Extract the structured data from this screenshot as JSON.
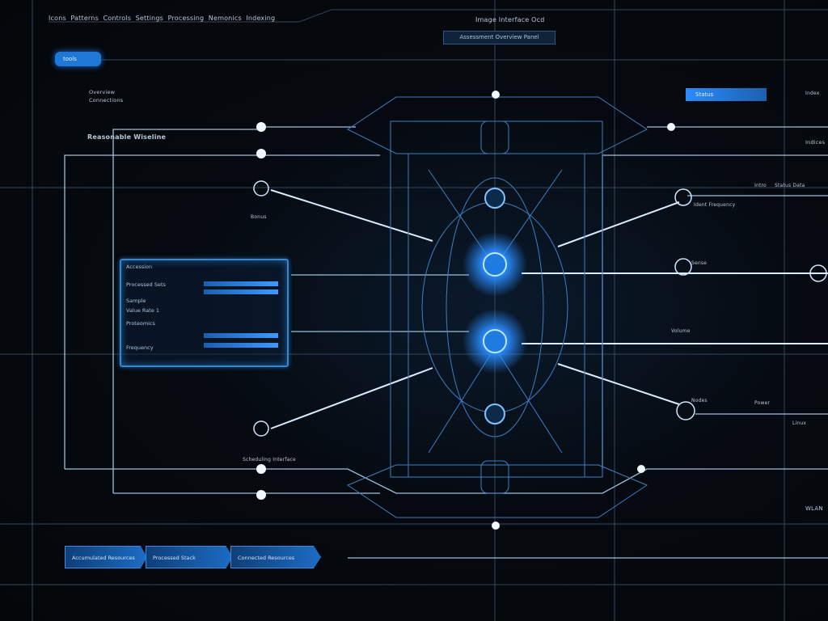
{
  "top_menu": [
    "Icons",
    "Patterns",
    "Controls",
    "Settings",
    "Processing",
    "Nemonics",
    "Indexing"
  ],
  "header": {
    "title": "Image Interface Ocd",
    "subtitle_box": "Assessment Overview Panel"
  },
  "tag": {
    "label": "tools"
  },
  "left": {
    "section_label": "Overview",
    "section_sub": "Connections",
    "heading": "Reasonable Wiseline",
    "node_label": "Bonus",
    " node_caption": "",
    "bottom_node_label": "Scheduling Interface"
  },
  "panel": {
    "rows": [
      "Accession",
      "Processed Sets",
      "Sample",
      "Value Rate 1",
      "Proteomics",
      "Frequency"
    ]
  },
  "right": {
    "top_bar": "Status",
    "top_right_label": "Index",
    "side_label": "Indices",
    "labels": [
      "Intro",
      "Status Data",
      "Ident Frequency",
      "Sense",
      "Volume",
      "Power",
      "Nodes",
      "Linux"
    ],
    "edge_label": "WLAN"
  },
  "bottom_buttons": [
    "Accumulated Resources",
    "Processed Stack",
    "Connected Resources"
  ],
  "colors": {
    "accent": "#2a8cff",
    "glow": "#4fb4ff",
    "line": "#8fb6d8",
    "background": "#05080c"
  }
}
